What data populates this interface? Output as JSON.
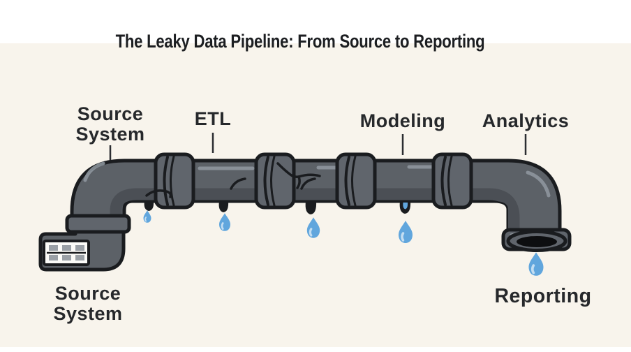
{
  "title": "The Leaky Data Pipeline: From Source to Reporting",
  "stages": [
    {
      "name": "Source System",
      "line1": "Source",
      "line2": "System"
    },
    {
      "name": "ETL",
      "line1": "ETL"
    },
    {
      "name": "Modeling",
      "line1": "Modeling"
    },
    {
      "name": "Analytics",
      "line1": "Analytics"
    }
  ],
  "endpoints": {
    "source": {
      "name": "Source System",
      "line1": "Source",
      "line2": "System"
    },
    "reporting": {
      "name": "Reporting",
      "line1": "Reporting"
    }
  },
  "leaks": {
    "drop_count": 5
  },
  "colors": {
    "header_band": "#ffffff",
    "background": "#f8f4ec",
    "pipe": "#5c6167",
    "pipe_shadow": "#4b4f55",
    "coupling": "#60656c",
    "pipe_highlight": "#9199a1",
    "outline": "#1a1c1f",
    "water_drop": "#61a6dd",
    "water_drop_highlight": "#c4def2",
    "panel": "#fbfbf8",
    "panel_slots": "#9aa0a6",
    "opening_hole": "#0d0e10",
    "text": "#26282b"
  }
}
